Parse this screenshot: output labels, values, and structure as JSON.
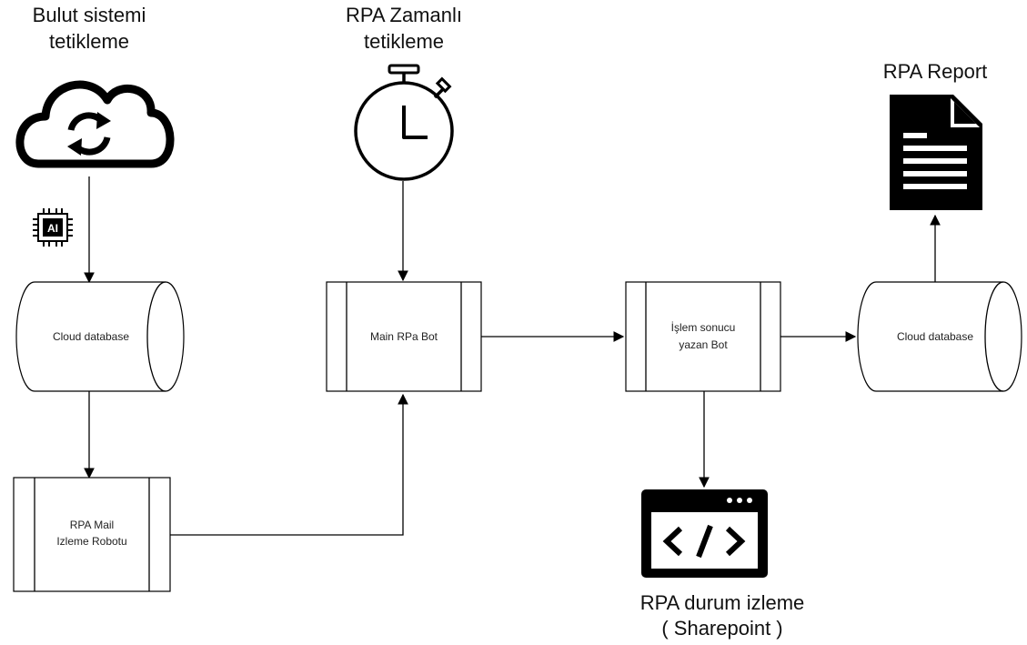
{
  "labels": {
    "cloud_trigger_line1": "Bulut sistemi",
    "cloud_trigger_line2": "tetikleme",
    "timer_trigger_line1": "RPA Zamanlı",
    "timer_trigger_line2": "tetikleme",
    "report": "RPA Report",
    "monitor_line1": "RPA durum izleme",
    "monitor_line2": "( Sharepoint )"
  },
  "nodes": {
    "db_left": "Cloud database",
    "mail_robot_line1": "RPA Mail",
    "mail_robot_line2": "Izleme Robotu",
    "main_bot": "Main RPa Bot",
    "result_bot_line1": "İşlem sonucu",
    "result_bot_line2": "yazan Bot",
    "db_right": "Cloud database"
  },
  "icons": {
    "cloud": "cloud-sync-icon",
    "ai_chip": "ai-chip-icon",
    "ai_chip_text": "AI",
    "stopwatch": "stopwatch-icon",
    "document": "document-icon",
    "code_window": "code-window-icon"
  }
}
